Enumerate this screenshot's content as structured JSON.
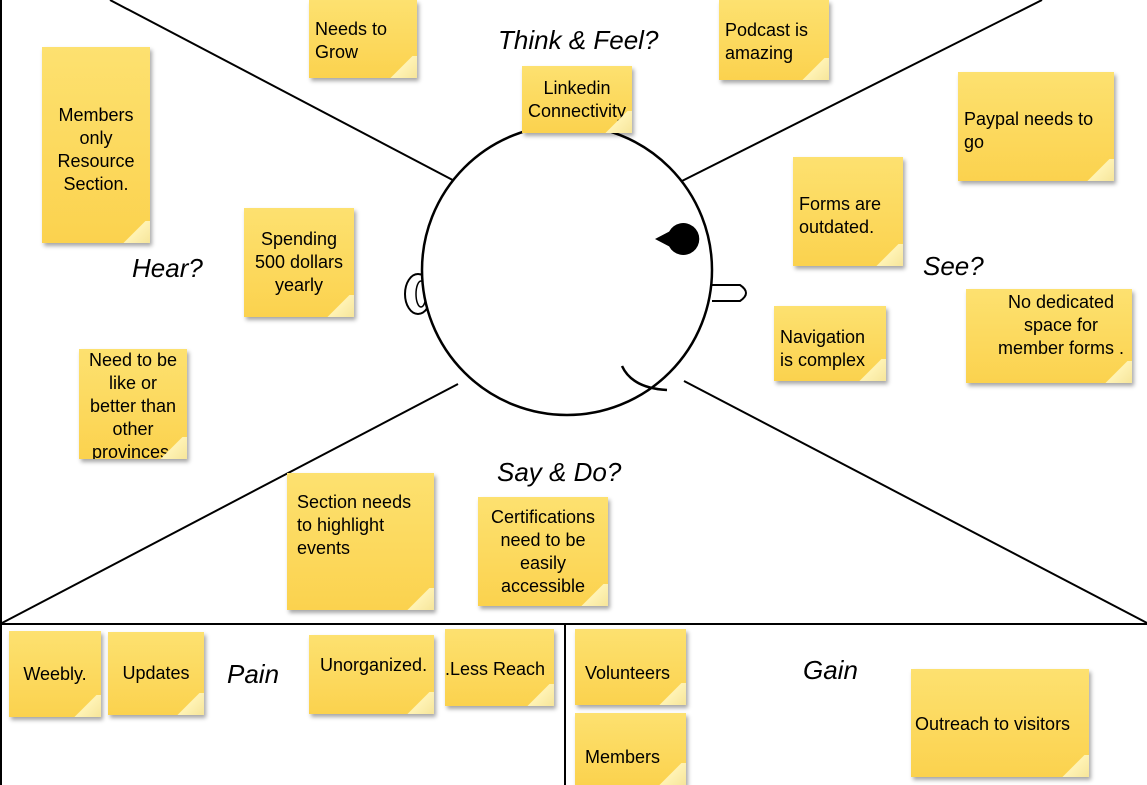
{
  "labels": {
    "think_feel": "Think & Feel?",
    "hear": "Hear?",
    "see": "See?",
    "say_do": "Say & Do?",
    "pain": "Pain",
    "gain": "Gain"
  },
  "notes": {
    "needs_to_grow": "Needs to Grow",
    "podcast": "Podcast is amazing",
    "linkedin": "Linkedin Connectivity",
    "members_only": "Members only Resource Section.",
    "paypal": "Paypal needs to go",
    "forms_outdated": "Forms are outdated.",
    "spending": "Spending 500 dollars yearly",
    "navigation": "Navigation is complex",
    "no_dedicated_space": "No dedicated space for member forms .",
    "need_to_be_like": "Need to be like or better than other provinces.",
    "section_highlight": "Section needs to highlight events",
    "certifications": "Certifications need to be easily accessible",
    "weebly": "Weebly.",
    "updates": "Updates",
    "unorganized": "Unorganized.",
    "less_reach": ".Less Reach",
    "volunteers": "Volunteers",
    "members": "Members",
    "outreach": "Outreach to visitors"
  },
  "colors": {
    "note": "#fbd24e",
    "line": "#000000"
  }
}
